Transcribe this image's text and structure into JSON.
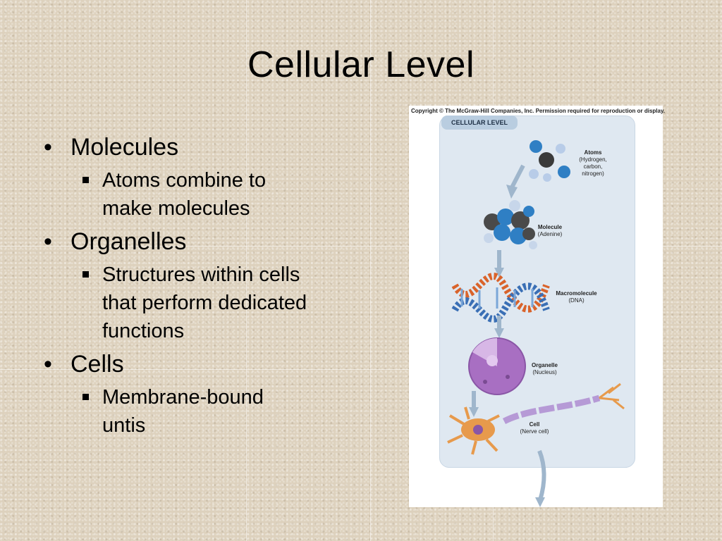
{
  "slide": {
    "title": "Cellular Level",
    "bullets": [
      {
        "label": "Molecules",
        "sub": [
          "Atoms combine to",
          "make molecules"
        ]
      },
      {
        "label": "Organelles",
        "sub": [
          "Structures within cells",
          "that perform dedicated",
          "functions"
        ]
      },
      {
        "label": "Cells",
        "sub": [
          "Membrane-bound",
          "untis"
        ]
      }
    ]
  },
  "figure": {
    "copyright": "Copyright © The McGraw-Hill Companies, Inc. Permission required for reproduction or display.",
    "panel_title": "CELLULAR LEVEL",
    "labels": {
      "atoms": {
        "name": "Atoms",
        "detail": [
          "(Hydrogen,",
          "carbon,",
          "nitrogen)"
        ]
      },
      "molecule": {
        "name": "Molecule",
        "detail": [
          "(Adenine)"
        ]
      },
      "macromolecule": {
        "name": "Macromolecule",
        "detail": [
          "(DNA)"
        ]
      },
      "organelle": {
        "name": "Organelle",
        "detail": [
          "(Nucleus)"
        ]
      },
      "cell": {
        "name": "Cell",
        "detail": [
          "(Nerve cell)"
        ]
      }
    }
  },
  "colors": {
    "background": "#ddd1bd",
    "atom_blue": "#2f7fc4",
    "atom_gray": "#4a4a4a",
    "dna_orange": "#d9632b",
    "nucleus_purple": "#a86fc2",
    "nerve_orange": "#e79a4c",
    "axon_purple": "#b69ad6"
  }
}
